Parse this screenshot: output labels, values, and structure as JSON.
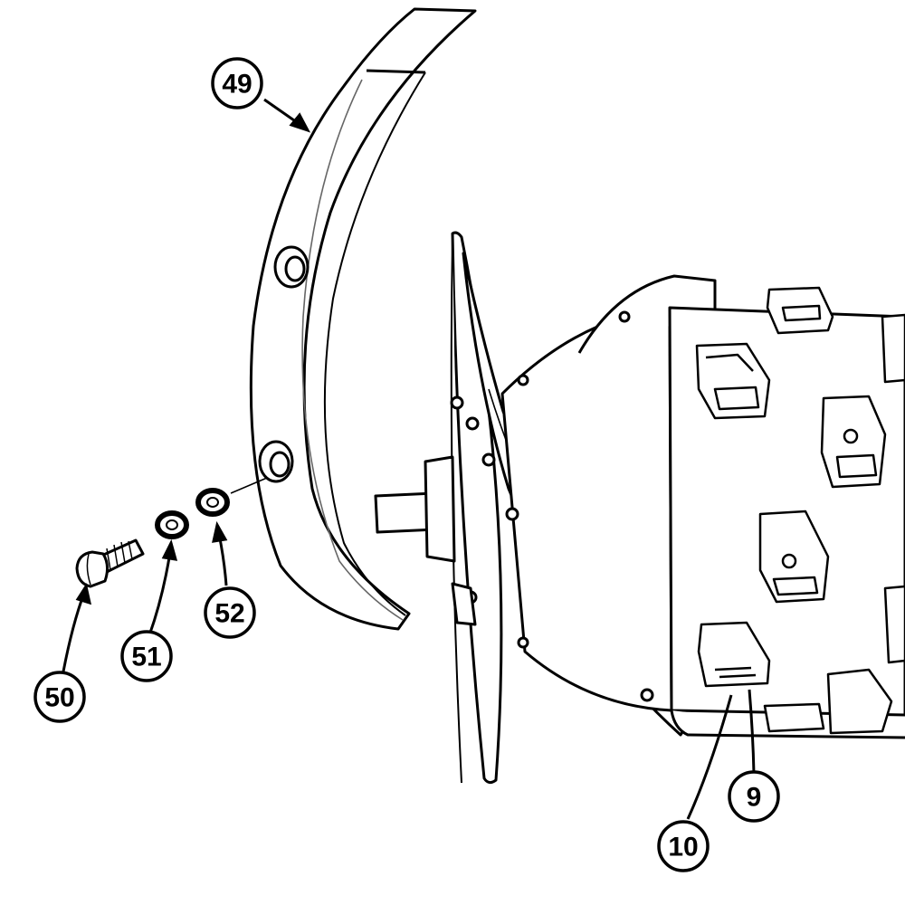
{
  "diagram": {
    "style": "line-art exploded parts view",
    "colors": {
      "line": "#000000",
      "background": "#ffffff",
      "soft_line": "#666666"
    },
    "callouts": [
      {
        "id": "c49",
        "label": "49"
      },
      {
        "id": "c50",
        "label": "50"
      },
      {
        "id": "c51",
        "label": "51"
      },
      {
        "id": "c52",
        "label": "52"
      },
      {
        "id": "c9",
        "label": "9"
      },
      {
        "id": "c10",
        "label": "10"
      }
    ]
  }
}
